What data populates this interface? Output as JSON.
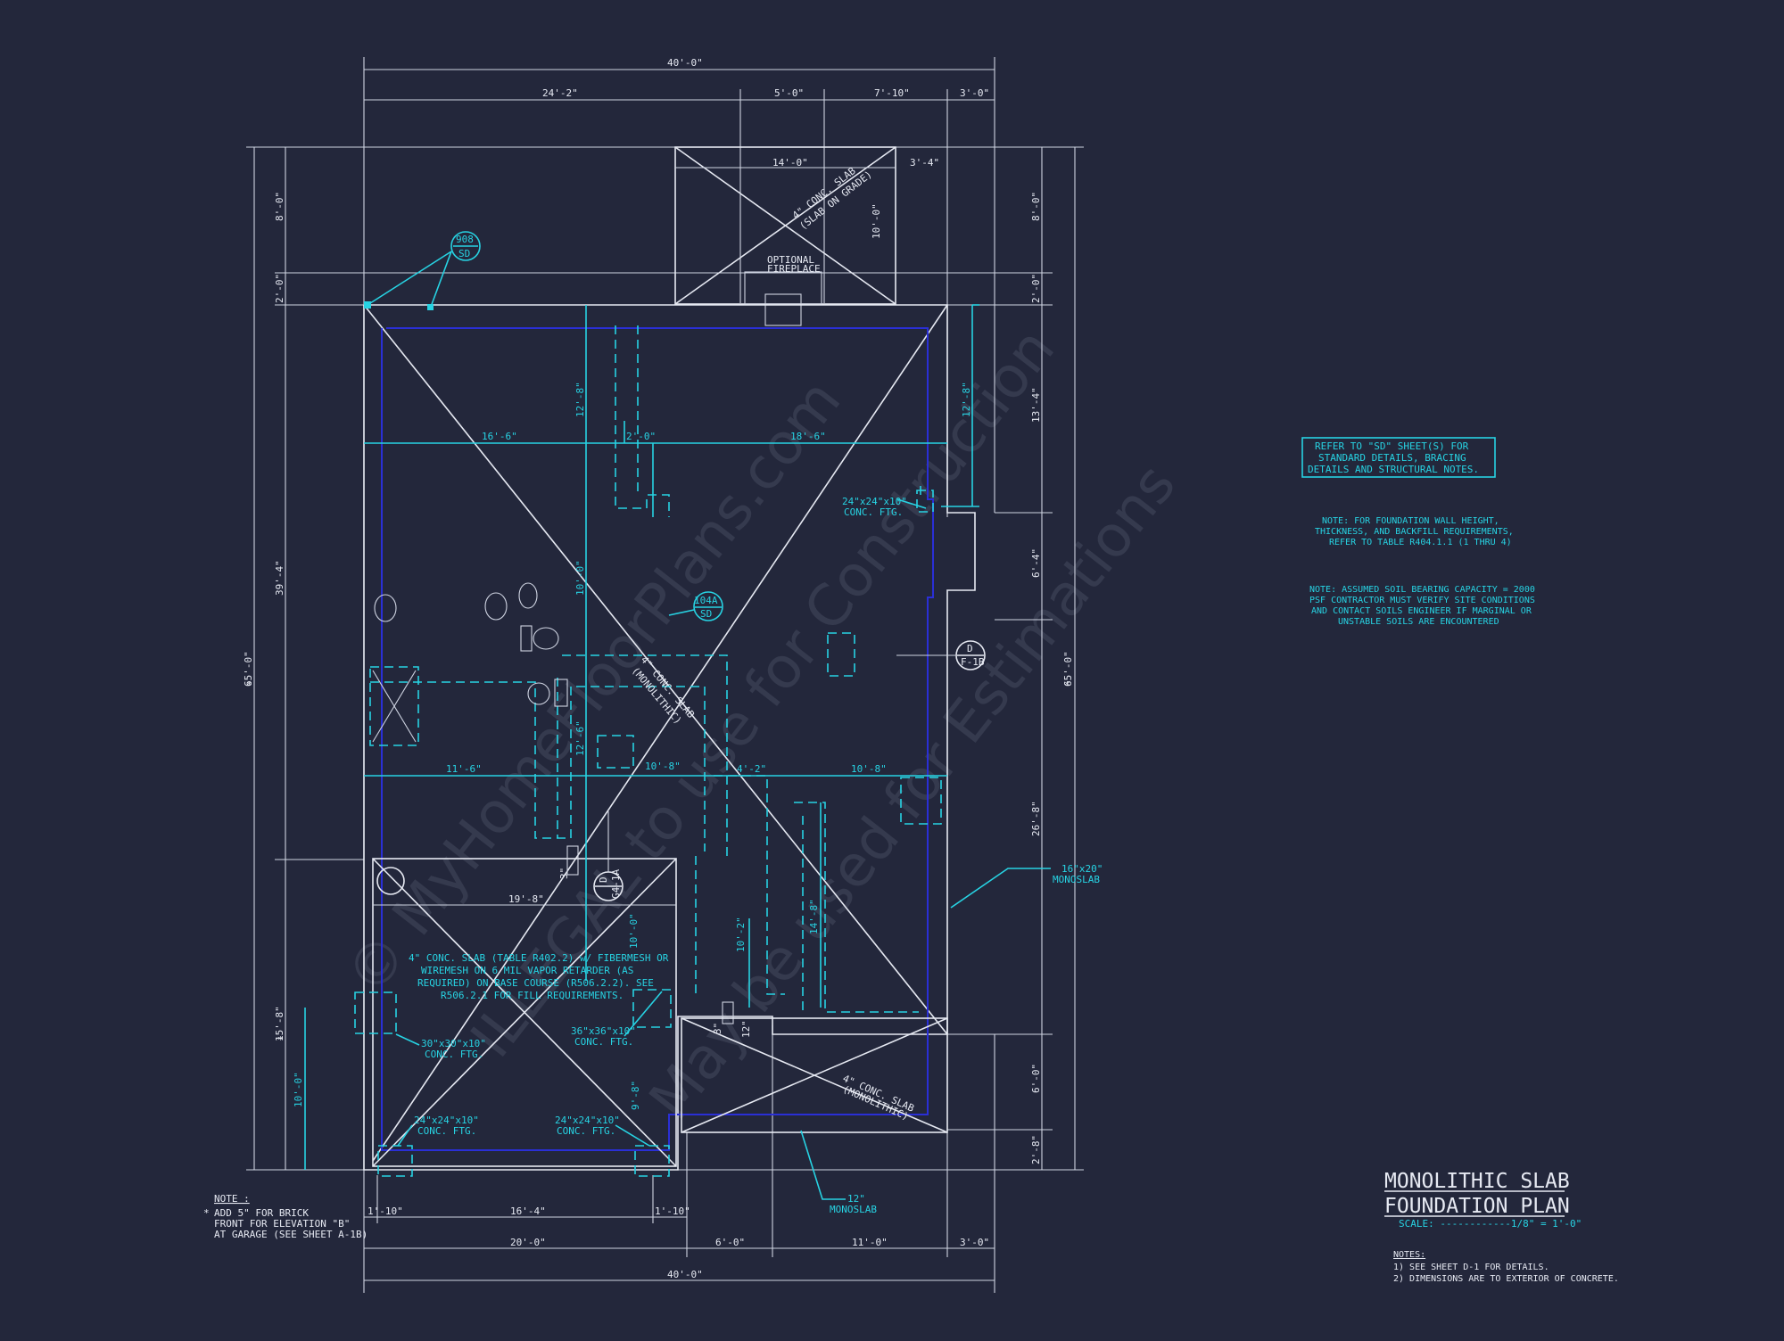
{
  "colors": {
    "background": "#23273b",
    "linework": "#e6e9f2",
    "annotation": "#27d3e3",
    "slab_edge": "#2a2fd6"
  },
  "title": {
    "line1": "MONOLITHIC SLAB",
    "line2": "FOUNDATION PLAN",
    "scale": "SCALE: ------------1/8\" = 1'-0\""
  },
  "title_notes": {
    "header": "NOTES:",
    "items": [
      "1) SEE SHEET D-1 FOR DETAILS.",
      "2) DIMENSIONS ARE TO EXTERIOR OF CONCRETE."
    ]
  },
  "right_notes": {
    "refer_box": [
      "REFER TO \"SD\" SHEET(S) FOR",
      "STANDARD DETAILS, BRACING",
      "DETAILS AND STRUCTURAL NOTES."
    ],
    "wall_note": [
      "NOTE: FOR FOUNDATION WALL HEIGHT,",
      "THICKNESS, AND BACKFILL REQUIREMENTS,",
      "REFER TO TABLE R404.1.1 (1 THRU 4)"
    ],
    "soil_note": [
      "NOTE: ASSUMED SOIL BEARING CAPACITY = 2000",
      "PSF CONTRACTOR MUST VERIFY SITE CONDITIONS",
      "AND CONTACT SOILS ENGINEER IF MARGINAL OR",
      "UNSTABLE SOILS ARE ENCOUNTERED"
    ]
  },
  "left_note": {
    "header": "NOTE :",
    "lines": [
      "ADD 5\" FOR BRICK",
      "FRONT FOR ELEVATION \"B\"",
      "AT GARAGE (SEE SHEET A-1B)"
    ]
  },
  "watermark": [
    "© MyHomeFloorPlans.com",
    "ILLEGAL to use for Construction",
    "May be used for Estimations"
  ],
  "dims": {
    "top_overall": "40'-0\"",
    "top_segments": [
      "24'-2\"",
      "5'-0\"",
      "7'-10\"",
      "3'-0\""
    ],
    "porch_width": "14'-0\"",
    "porch_side": "3'-4\"",
    "porch_depth": "10'-0\"",
    "left_overall": "65'-0\"",
    "left_segments": [
      "8'-0\"",
      "2'-0\"",
      "39'-4\"",
      "15'-8\""
    ],
    "left_mark": "*",
    "right_overall": "65'-0\"",
    "right_segments": [
      "8'-0\"",
      "2'-0\"",
      "13'-4\"",
      "6'-4\"",
      "26'-8\"",
      "6'-0\"",
      "2'-8\""
    ],
    "bottom_overall": "40'-0\"",
    "bottom_segments": [
      "20'-0\"",
      "6'-0\"",
      "11'-0\"",
      "3'-0\""
    ],
    "bottom_sub": [
      "1'-10\"",
      "16'-4\"",
      "1'-10\""
    ],
    "garage_side": "10'-0\"",
    "interior": [
      "16'-6\"",
      "2'-0\"",
      "18'-6\"",
      "12'-8\"",
      "12'-8\"",
      "10'-0\"",
      "11'-6\"",
      "10'-8\"",
      "4'-2\"",
      "10'-8\"",
      "12'-6\"",
      "19'-8\"",
      "10'-0\"",
      "10'-2\"",
      "14'-8\"",
      "9'-8\"",
      "3\"",
      "3\"",
      "12\""
    ]
  },
  "labels": {
    "porch_slab": [
      "4\" CONC. SLAB",
      "(SLAB ON GRADE)"
    ],
    "fireplace": [
      "OPTIONAL",
      "FIREPLACE"
    ],
    "callout_908": [
      "908",
      "SD"
    ],
    "callout_104a": [
      "104A",
      "SD"
    ],
    "callout_f1b": [
      "D",
      "F-1B"
    ],
    "callout_g1a": [
      "D",
      "G4-1A"
    ],
    "ftg_24_top": [
      "24\"x24\"x10\"",
      "CONC. FTG."
    ],
    "center_slab": [
      "4\" CONC. SLAB",
      "(MONOLITHIC)"
    ],
    "monoslab_16": [
      "16\"x20\"",
      "MONOSLAB"
    ],
    "garage_slab": [
      "4\" CONC. SLAB (TABLE R402.2) w/ FIBERMESH OR",
      "WIREMESH ON 6 MIL VAPOR RETARDER (AS",
      "REQUIRED) ON BASE COURSE (R506.2.2). SEE",
      "R506.2.1 FOR FILL REQUIREMENTS."
    ],
    "ftg_36": [
      "36\"x36\"x10\"",
      "CONC. FTG."
    ],
    "ftg_30": [
      "30\"x30\"x10\"",
      "CONC. FTG."
    ],
    "ftg_24_bl": [
      "24\"x24\"x10\"",
      "CONC. FTG."
    ],
    "ftg_24_br": [
      "24\"x24\"x10\"",
      "CONC. FTG."
    ],
    "patio_slab": [
      "4\" CONC. SLAB",
      "(MONOLITHIC)"
    ],
    "monoslab_12": [
      "12\"",
      "MONOSLAB"
    ]
  }
}
